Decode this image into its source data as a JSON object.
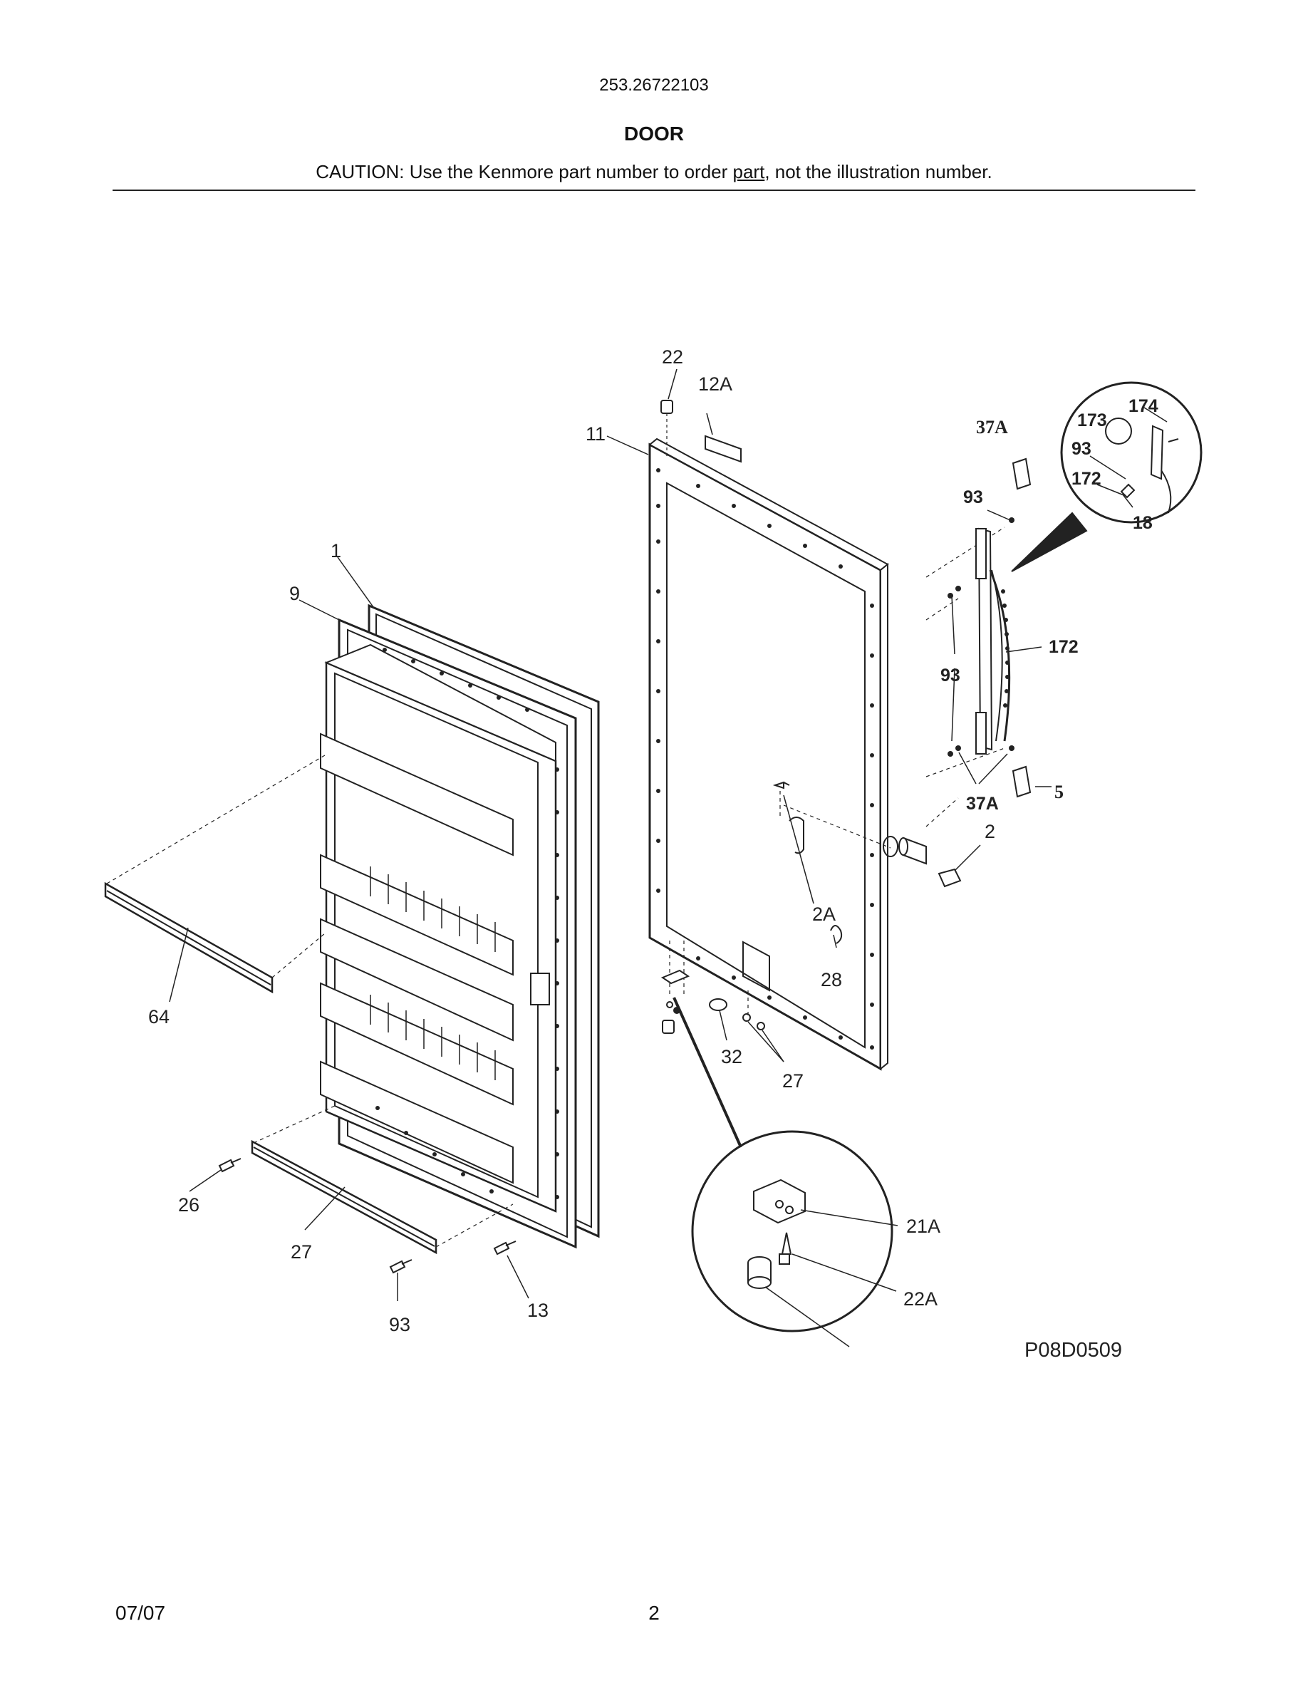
{
  "header": {
    "model_number": "253.26722103",
    "section_title": "DOOR",
    "caution_before": "CAUTION: Use the Kenmore part number to order ",
    "caution_underlined": "part",
    "caution_after": ", not the illustration number."
  },
  "diagram": {
    "figure_code": "P08D0509",
    "callouts": [
      "22",
      "12A",
      "11",
      "1",
      "9",
      "93",
      "37A",
      "173",
      "174",
      "93",
      "172",
      "18",
      "172",
      "93",
      "37A",
      "5",
      "2",
      "2A",
      "28",
      "64",
      "32",
      "27",
      "26",
      "27",
      "93",
      "13",
      "21A",
      "22A"
    ]
  },
  "footer": {
    "date": "07/07",
    "page": "2"
  }
}
